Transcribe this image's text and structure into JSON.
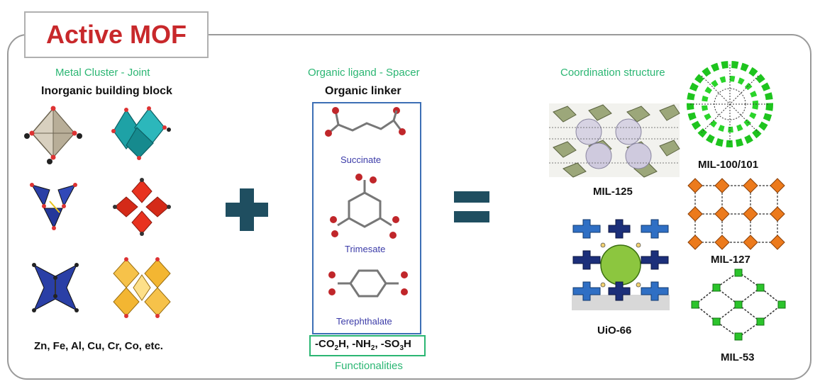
{
  "title": "Active MOF",
  "left": {
    "heading": "Metal Cluster - Joint",
    "subheading": "Inorganic building block",
    "metals": "Zn, Fe, Al, Cu, Cr, Co, etc."
  },
  "middle": {
    "heading": "Organic ligand - Spacer",
    "subheading": "Organic linker",
    "linkers": [
      "Succinate",
      "Trimesate",
      "Terephthalate"
    ],
    "functionalities_prefix": "-CO",
    "functionalities_sub1": "2",
    "functionalities_mid1": "H, -NH",
    "functionalities_sub2": "2",
    "functionalities_mid2": ", -SO",
    "functionalities_sub3": "3",
    "functionalities_end": "H",
    "functionalities_label": "Functionalities"
  },
  "right": {
    "heading": "Coordination structure",
    "structures": [
      "MIL-125",
      "MIL-100/101",
      "MIL-127",
      "UiO-66",
      "MIL-53"
    ]
  },
  "colors": {
    "title": "#c8282b",
    "green_text": "#2bb673",
    "operator": "#1f4e60",
    "linker_box": "#3d6fb5"
  }
}
